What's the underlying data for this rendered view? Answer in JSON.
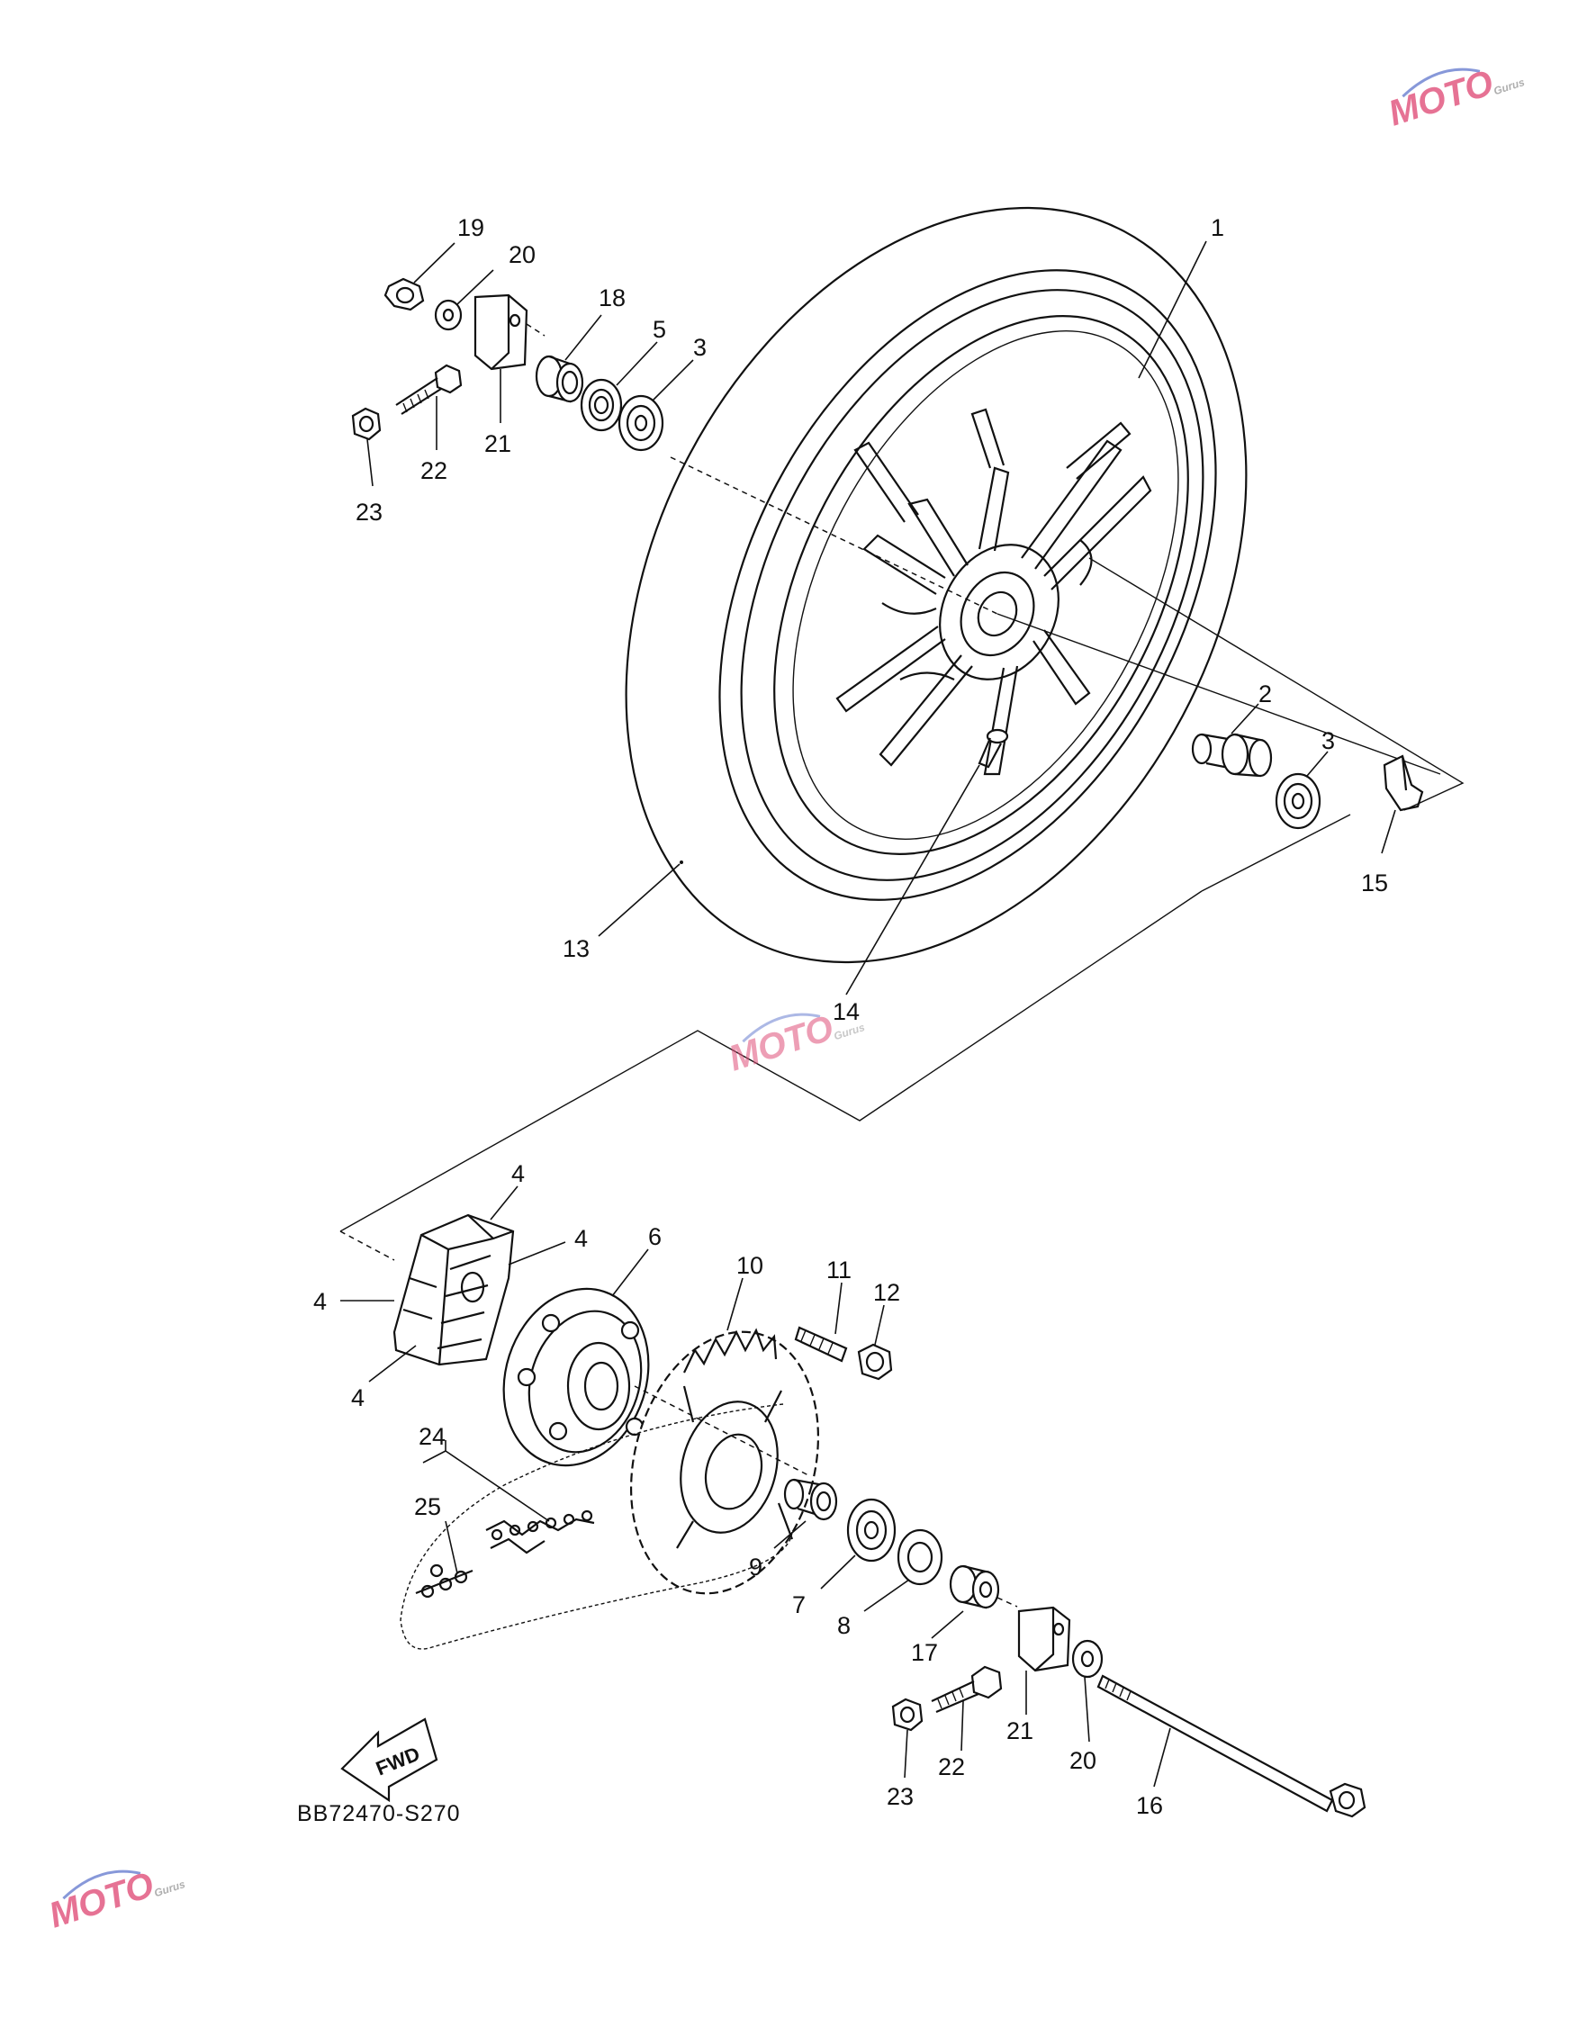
{
  "diagram_code": "BB72470-S270",
  "fwd_label": "FWD",
  "watermark": {
    "brand": "MOTO",
    "sub": "Gurus",
    "color_pink": "#e0507a",
    "color_blue": "#6a7fd0",
    "color_gray": "#9a9a9a"
  },
  "callouts": [
    {
      "id": "c1",
      "label": "1"
    },
    {
      "id": "c2",
      "label": "2"
    },
    {
      "id": "c3a",
      "label": "3"
    },
    {
      "id": "c3b",
      "label": "3"
    },
    {
      "id": "c4a",
      "label": "4"
    },
    {
      "id": "c4b",
      "label": "4"
    },
    {
      "id": "c4c",
      "label": "4"
    },
    {
      "id": "c4d",
      "label": "4"
    },
    {
      "id": "c5",
      "label": "5"
    },
    {
      "id": "c6",
      "label": "6"
    },
    {
      "id": "c7",
      "label": "7"
    },
    {
      "id": "c8",
      "label": "8"
    },
    {
      "id": "c9",
      "label": "9"
    },
    {
      "id": "c10",
      "label": "10"
    },
    {
      "id": "c11",
      "label": "11"
    },
    {
      "id": "c12",
      "label": "12"
    },
    {
      "id": "c13",
      "label": "13"
    },
    {
      "id": "c14",
      "label": "14"
    },
    {
      "id": "c15",
      "label": "15"
    },
    {
      "id": "c16",
      "label": "16"
    },
    {
      "id": "c17",
      "label": "17"
    },
    {
      "id": "c18",
      "label": "18"
    },
    {
      "id": "c19",
      "label": "19"
    },
    {
      "id": "c20a",
      "label": "20"
    },
    {
      "id": "c20b",
      "label": "20"
    },
    {
      "id": "c21a",
      "label": "21"
    },
    {
      "id": "c21b",
      "label": "21"
    },
    {
      "id": "c22a",
      "label": "22"
    },
    {
      "id": "c22b",
      "label": "22"
    },
    {
      "id": "c23a",
      "label": "23"
    },
    {
      "id": "c23b",
      "label": "23"
    },
    {
      "id": "c24",
      "label": "24"
    },
    {
      "id": "c25",
      "label": "25"
    }
  ]
}
